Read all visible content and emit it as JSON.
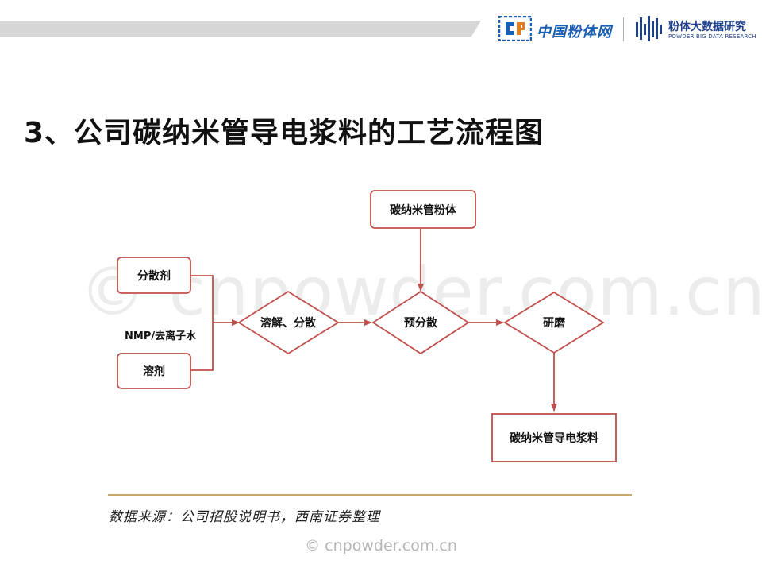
{
  "header": {
    "logo_cn_text": "中国粉体网",
    "logo_pbd_text": "粉体大数据研究",
    "logo_pbd_sub": "POWDER BIG DATA RESEARCH"
  },
  "title": "3、公司碳纳米管导电浆料的工艺流程图",
  "watermark": "© cnpowder.com.cn",
  "diagram": {
    "nodes": {
      "dispersant": "分散剂",
      "solvent": "溶剂",
      "cnt_powder": "碳纳米管粉体",
      "dissolve_disperse": "溶解、分散",
      "pre_disperse": "预分散",
      "grind": "研磨",
      "cnt_slurry": "碳纳米管导电浆料"
    },
    "labels": {
      "solvent_type": "NMP/去离子水"
    }
  },
  "source": "数据来源：公司招股说明书，西南证券整理",
  "bottom_watermark": "© cnpowder.com.cn",
  "colors": {
    "node_border": "#c0504d",
    "arrow": "#c0504d",
    "logo_blue": "#1a5fb4",
    "logo_navy": "#1e3f8a",
    "source_rule": "#c9a86b"
  }
}
